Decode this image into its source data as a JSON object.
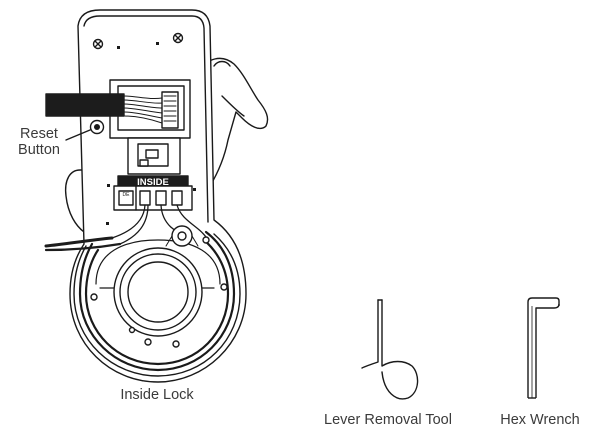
{
  "labels": {
    "reset_button_line1": "Reset",
    "reset_button_line2": "Button",
    "inside_lock": "Inside Lock",
    "lever_removal_tool": "Lever Removal Tool",
    "hex_wrench": "Hex Wrench",
    "panel_marking": "INSIDE",
    "connector_marking": "DE"
  },
  "colors": {
    "line": "#1a1a1a",
    "cable": "#1c1c1c",
    "text": "#3b3b3b",
    "background": "#ffffff"
  }
}
